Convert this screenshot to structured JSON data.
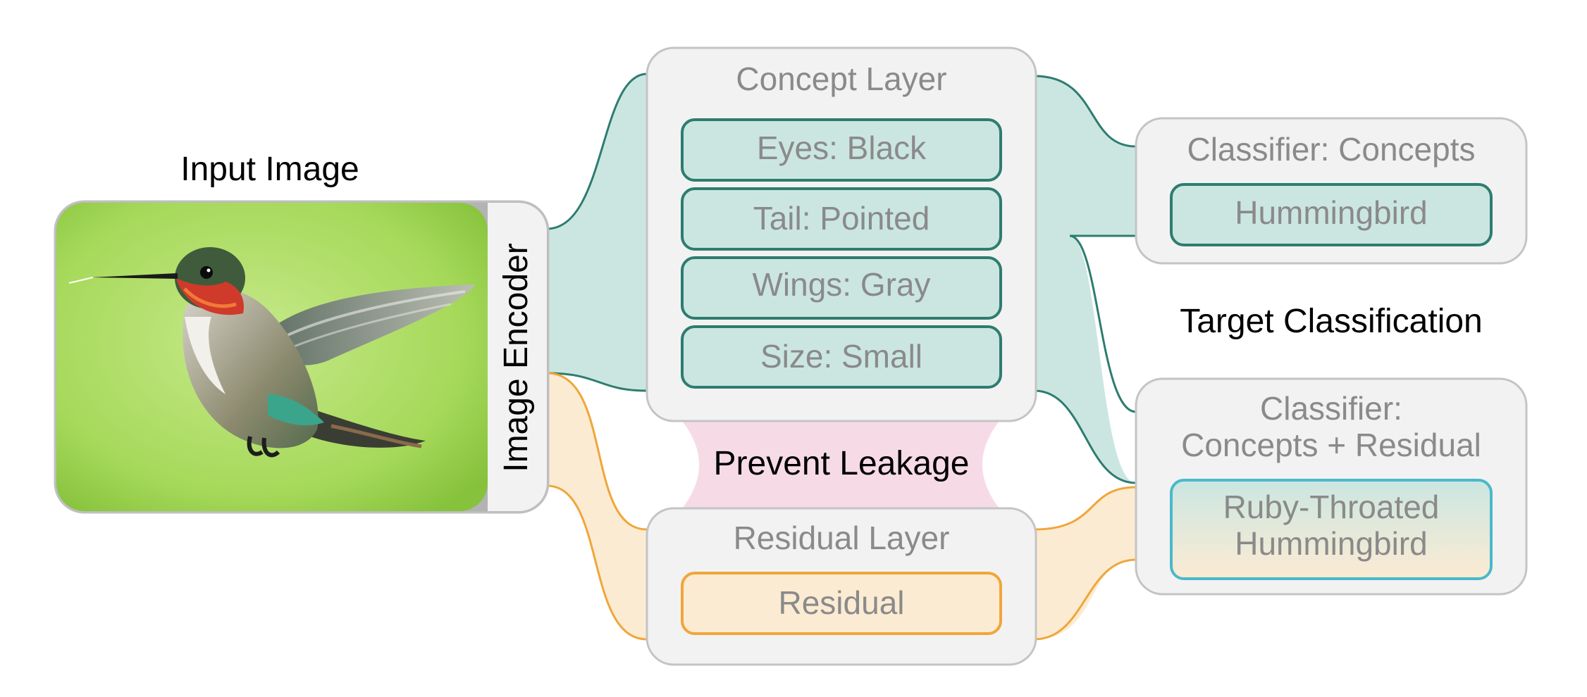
{
  "input": {
    "title": "Input Image",
    "encoder_label": "Image Encoder",
    "image_icon": "hummingbird-photo"
  },
  "concept_layer": {
    "title": "Concept Layer",
    "concepts": [
      "Eyes: Black",
      "Tail: Pointed",
      "Wings: Gray",
      "Size: Small"
    ]
  },
  "leakage": {
    "label": "Prevent Leakage"
  },
  "residual_layer": {
    "title": "Residual Layer",
    "item": "Residual"
  },
  "target_label": "Target Classification",
  "classifier_concepts": {
    "title": "Classifier: Concepts",
    "output": "Hummingbird"
  },
  "classifier_residual": {
    "title_line1": "Classifier:",
    "title_line2": "Concepts + Residual",
    "output_line1": "Ruby-Throated",
    "output_line2": "Hummingbird"
  },
  "colors": {
    "teal_fill": "#cbe6e1",
    "teal_stroke": "#2e7c70",
    "orange_fill": "#fcebd3",
    "orange_stroke": "#f0a63a",
    "pink_fill": "#f6dbe7",
    "panel_fill": "#f2f2f2",
    "panel_stroke": "#c4c4c4",
    "gray_text": "#8a8a8a",
    "cyan_stroke": "#4bb8cc"
  }
}
